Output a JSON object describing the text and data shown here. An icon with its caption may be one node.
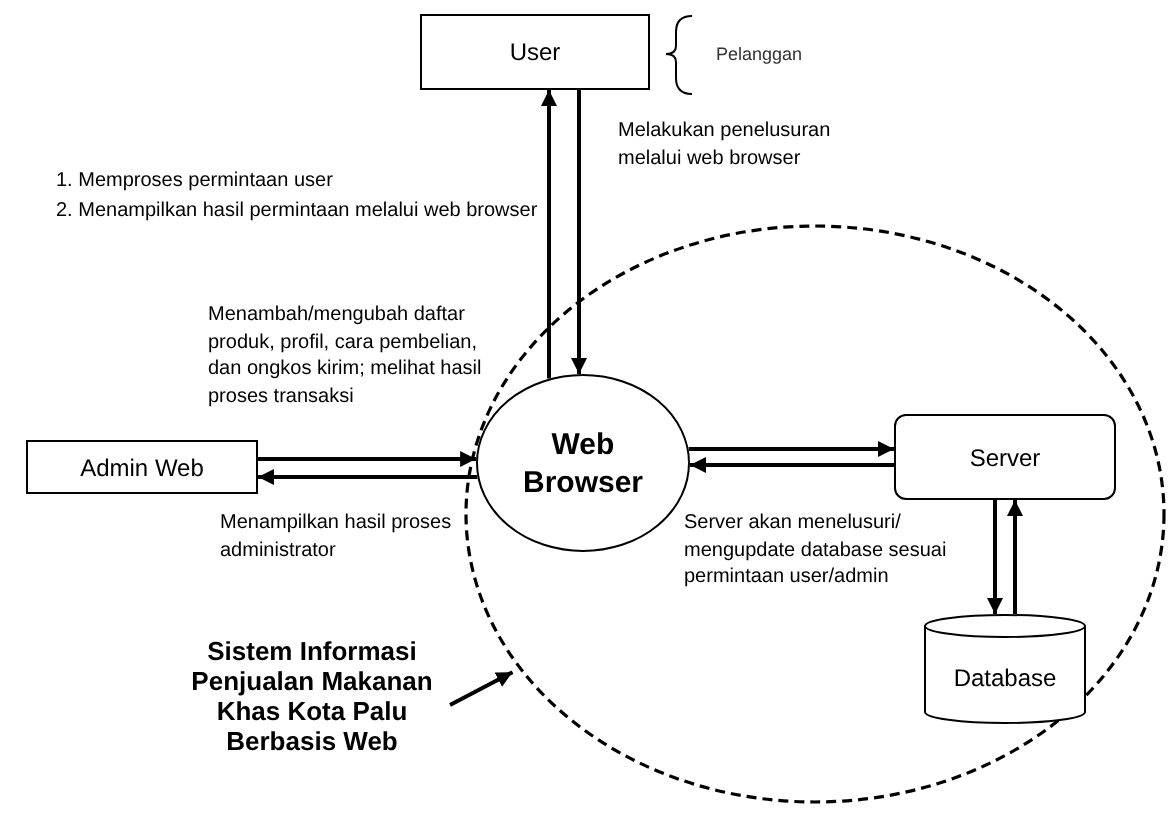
{
  "diagram": {
    "nodes": [
      {
        "text": [
          "User"
        ],
        "beside": [
          "Pelanggan"
        ]
      },
      {
        "text": [],
        "shape": "circle"
      },
      {
        "text": [
          "Web Browser"
        ],
        "in": 1
      },
      {
        "text": [
          "Server"
        ],
        "in": 1
      },
      {
        "text": [
          "Database"
        ],
        "in": 1
      },
      {
        "text": [
          "Admin Web"
        ]
      },
      {
        "text": [
          "Sistem Informasi Penjualan Makanan Khas Kota Palu Berbasis Web"
        ]
      }
    ],
    "edges": [
      {
        "from": 2,
        "to": 0,
        "arrow": "to"
      },
      {
        "from": 0,
        "to": 2,
        "arrow": "to"
      },
      {
        "from": 5,
        "to": 2,
        "arrow": "to"
      },
      {
        "from": 2,
        "to": 5,
        "arrow": "to"
      },
      {
        "from": 2,
        "to": 3,
        "arrow": "to"
      },
      {
        "from": 3,
        "to": 2,
        "arrow": "to"
      },
      {
        "from": 3,
        "to": 4,
        "arrow": "to"
      },
      {
        "from": 4,
        "to": 3,
        "arrow": "to"
      },
      {
        "from": 6,
        "to": 1,
        "arrow": "to"
      }
    ],
    "labels": [
      "1. Memproses permintaan user",
      "2. Menampilkan hasil permintaan melalui web browser",
      "Melakukan penelusuran melalui web browser",
      "Menambah/mengubah daftar produk, profil, cara pembelian, dan ongkos kirim; melihat hasil proses transaksi",
      "Menampilkan hasil proses administrator",
      "Server akan menelusuri/ mengupdate database sesuai permintaan user/admin"
    ]
  }
}
